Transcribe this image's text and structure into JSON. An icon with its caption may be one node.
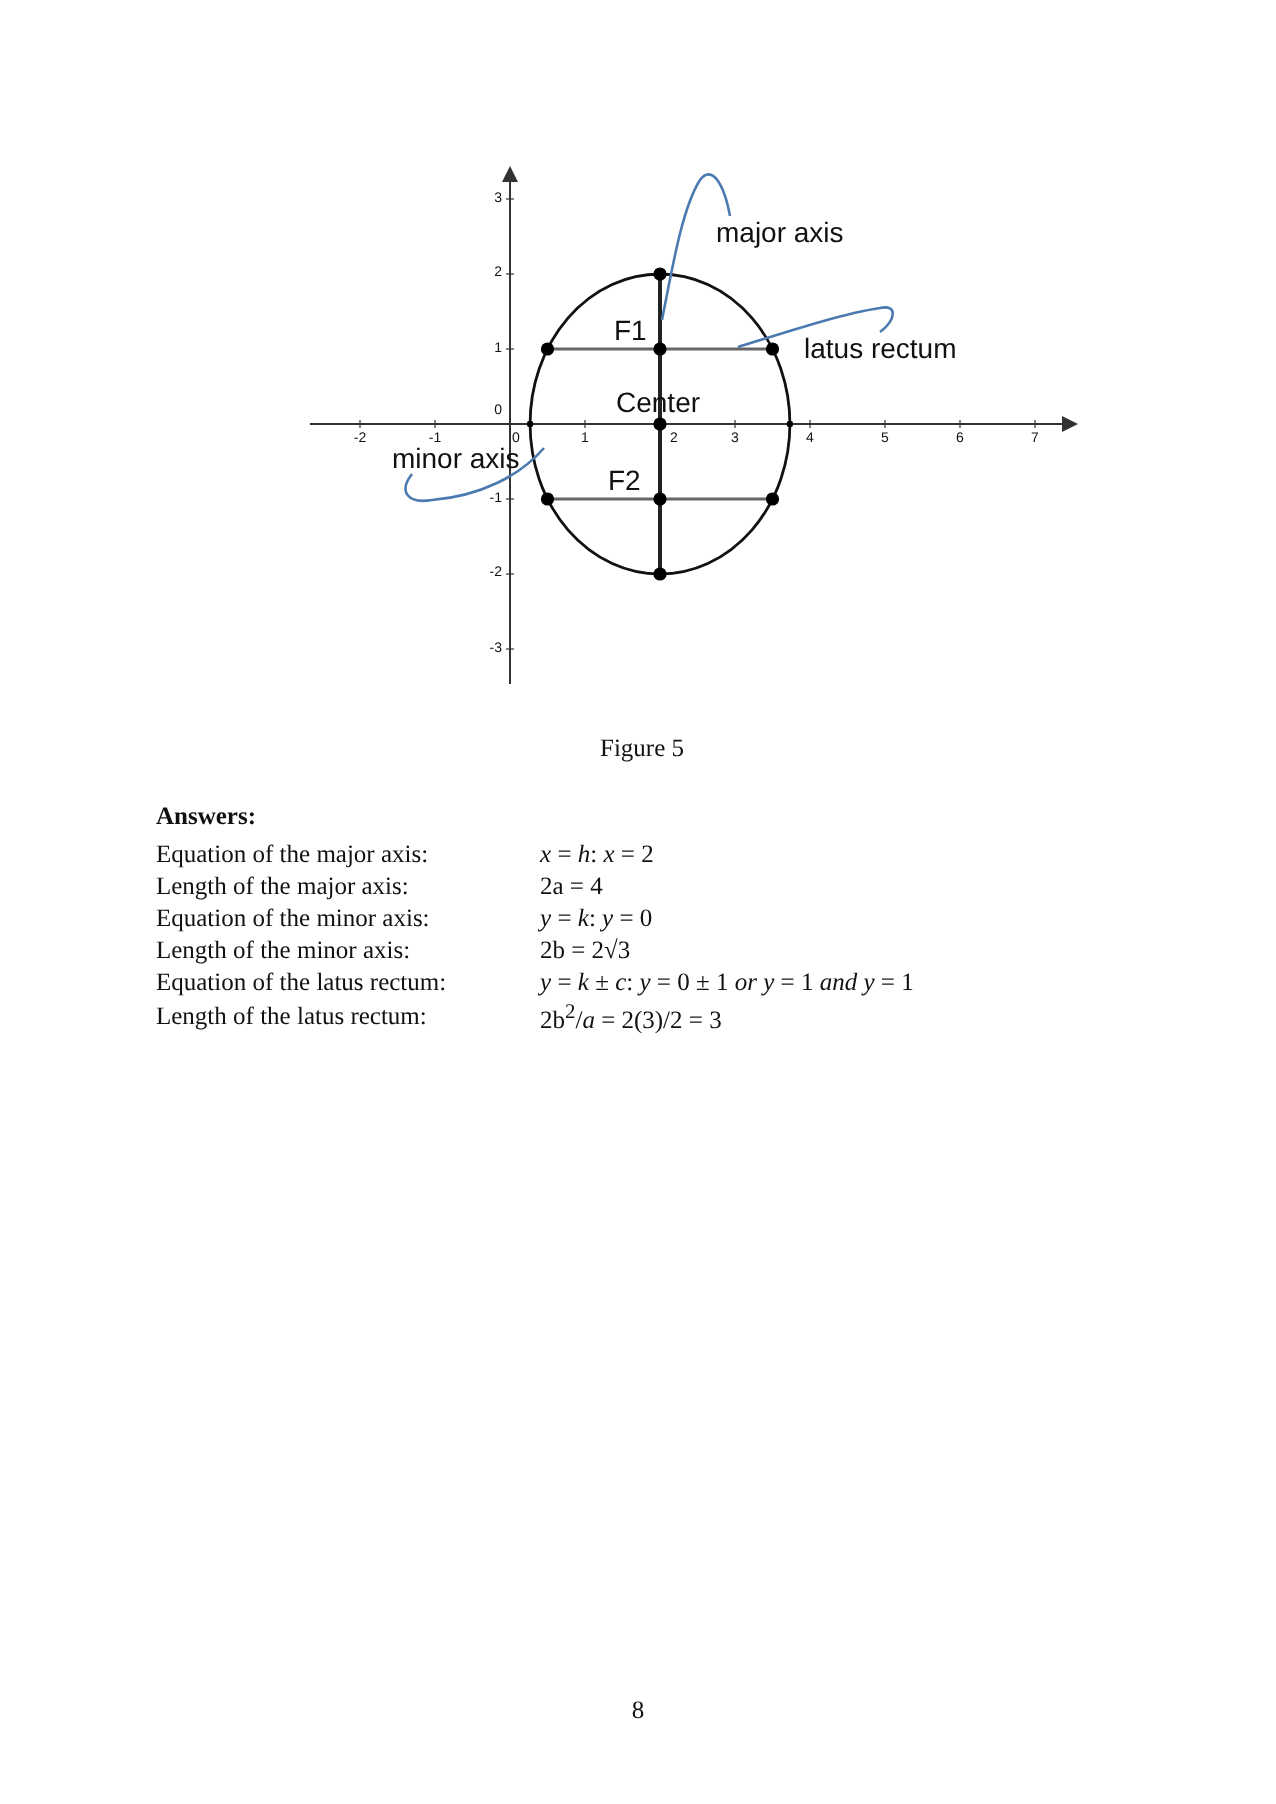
{
  "diagram": {
    "caption": "Figure 5",
    "nodes": [
      {
        "text": [
          "major axis"
        ]
      },
      {
        "text": [],
        "shape": "line"
      },
      {
        "text": [
          "latus rectum"
        ]
      },
      {
        "text": [],
        "shape": "line"
      },
      {
        "text": [
          "minor axis"
        ]
      }
    ],
    "edges": [
      {
        "from": 0,
        "to": 1,
        "arrow": "none"
      },
      {
        "from": 2,
        "to": 3,
        "arrow": "none"
      },
      {
        "from": 4,
        "to": null,
        "arrow": "none"
      }
    ],
    "labels": [
      "3",
      "2",
      "1",
      "F1",
      "0",
      "Center",
      "-2",
      "-1",
      "0",
      "1",
      "2",
      "3",
      "4",
      "5",
      "6",
      "7",
      "F2",
      "-1",
      "-2",
      "-3",
      "Answers:",
      "Equation of the major axis:",
      "*x* = *h*: *x* = 2",
      "Length of the major axis:",
      "2a = 4",
      "Equation of the minor axis:",
      "*y* = *k*: *y* = 0",
      "Length of the minor axis:",
      "2b = 2√3",
      "Equation of the latus rectum:",
      "*y* = *k* ± *c*: *y* = 0 ± 1 *or y* = 1 *and y* = 1",
      "Length of the latus rectum:",
      "2b$^{2}$/*a* = 2(3)/2 = 3",
      "8"
    ]
  }
}
